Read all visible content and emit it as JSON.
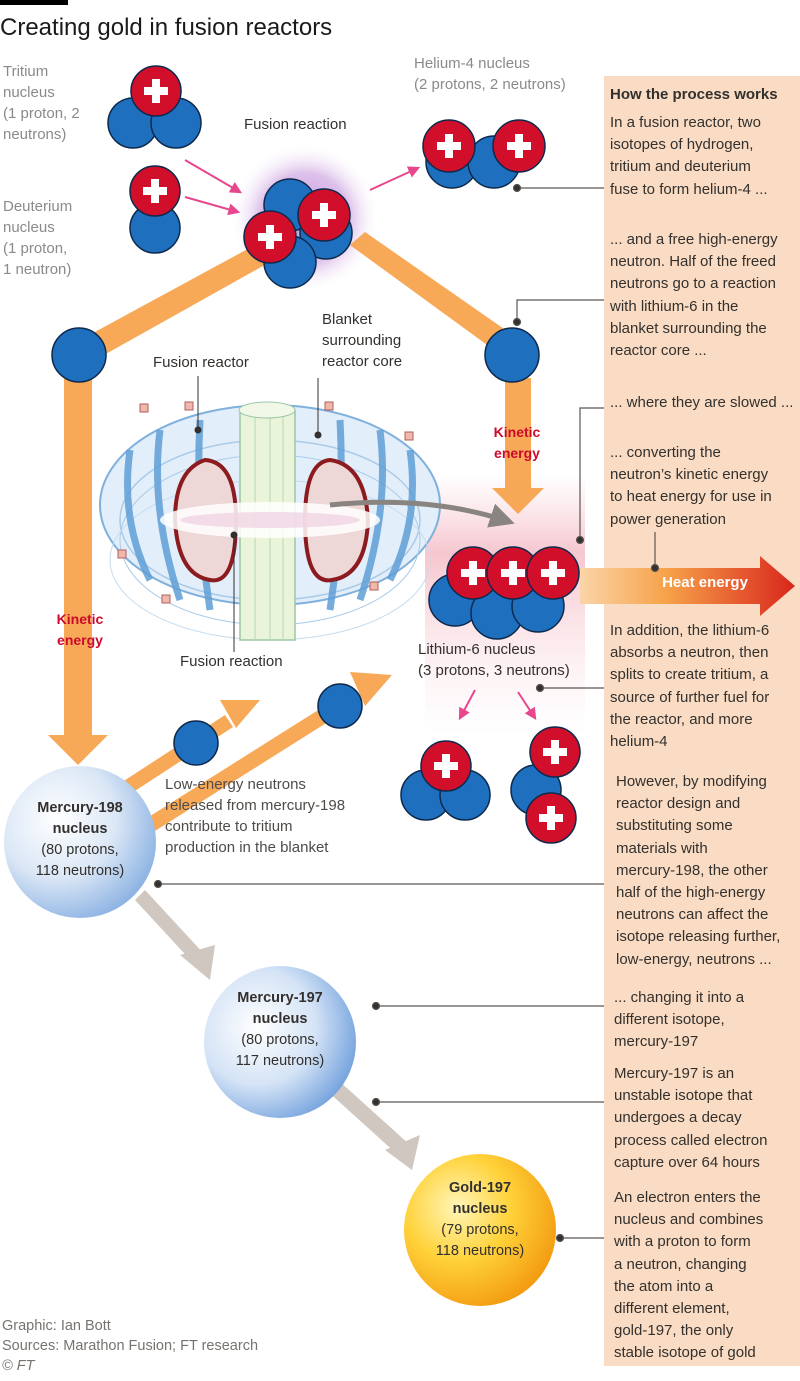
{
  "title": "Creating gold in fusion reactors",
  "labels": {
    "tritium": "Tritium nucleus (1 proton, 2 neutrons)",
    "tritium_lines": [
      "Tritium",
      "nucleus",
      "(1 proton, 2",
      "neutrons)"
    ],
    "deuterium_lines": [
      "Deuterium",
      "nucleus",
      "(1 proton,",
      "1 neutron)"
    ],
    "helium_lines": [
      "Helium-4 nucleus",
      "(2 protons, 2 neutrons)"
    ],
    "fusion_reaction_top": "Fusion reaction",
    "blanket_lines": [
      "Blanket",
      "surrounding",
      "reactor core"
    ],
    "fusion_reactor": "Fusion reactor",
    "fusion_reaction_bottom": "Fusion reaction",
    "kinetic_lines": [
      "Kinetic",
      "energy"
    ],
    "lithium_lines": [
      "Lithium-6 nucleus",
      "(3 protons, 3 neutrons)"
    ],
    "low_energy_lines": [
      "Low-energy neutrons",
      "released from mercury-198",
      "contribute to tritium",
      "production in the blanket"
    ],
    "heat_energy": "Heat energy"
  },
  "nuclei": {
    "mercury198": {
      "name": "Mercury-198",
      "sub": "nucleus",
      "line1": "(80 protons,",
      "line2": "118 neutrons)"
    },
    "mercury197": {
      "name": "Mercury-197",
      "sub": "nucleus",
      "line1": "(80 protons,",
      "line2": "117 neutrons)"
    },
    "gold197": {
      "name": "Gold-197",
      "sub": "nucleus",
      "line1": "(79 protons,",
      "line2": "118 neutrons)"
    }
  },
  "panel": {
    "heading": "How the process works",
    "step1": [
      "In a fusion reactor, two",
      "isotopes of hydrogen,",
      "tritium and deuterium",
      "fuse to form helium-4 ..."
    ],
    "step2": [
      "... and a free high-energy",
      "neutron. Half of the freed",
      "neutrons go to a reaction",
      "with lithium-6 in the",
      "blanket surrounding the",
      "reactor core ..."
    ],
    "step3": [
      "... where they are slowed ..."
    ],
    "step4": [
      "... converting the",
      "neutron’s kinetic energy",
      "to heat energy for use in",
      "power generation"
    ],
    "step5": [
      "In addition, the lithium-6",
      "absorbs a neutron, then",
      "splits to create tritium, a",
      "source of further fuel for",
      "the reactor, and more",
      "helium-4"
    ],
    "step6": [
      "However, by modifying",
      "reactor design and",
      "substituting some",
      "materials with",
      "mercury-198, the other",
      "half of the high-energy",
      "neutrons can affect the",
      "isotope releasing further,",
      "low-energy, neutrons ..."
    ],
    "step7": [
      "... changing it into a",
      "different isotope,",
      "mercury-197"
    ],
    "step8": [
      "Mercury-197 is an",
      "unstable isotope that",
      "undergoes a decay",
      "process called electron",
      "capture over 64 hours"
    ],
    "step9": [
      "An electron enters the",
      "nucleus and combines",
      "with a proton to form",
      "a neutron, changing",
      "the atom into a",
      "different element,",
      "gold-197, the only",
      "stable isotope of gold"
    ]
  },
  "footer": {
    "graphic": "Graphic: Ian Bott",
    "sources": "Sources: Marathon Fusion; FT research",
    "copyright": "© FT"
  },
  "colors": {
    "proton": "#d10f2a",
    "neutron": "#1f6fbf",
    "arrow_orange": "#f7a24a",
    "arrow_pink": "#e8478e",
    "panel_bg": "#f9dcc3",
    "heat_red": "#d9261c"
  }
}
